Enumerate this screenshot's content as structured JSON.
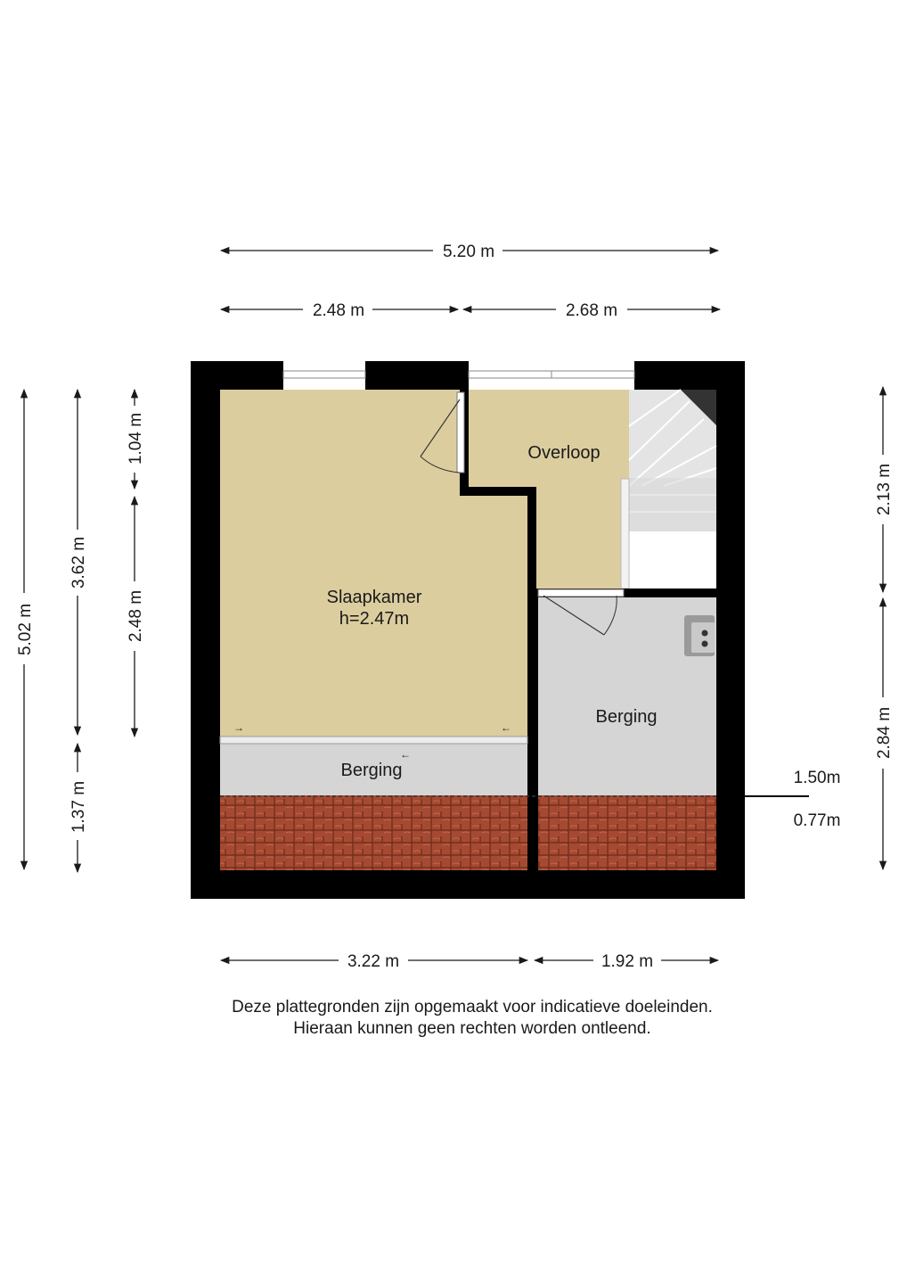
{
  "dimensions": {
    "top_total": "5.20 m",
    "top_left": "2.48 m",
    "top_right": "2.68 m",
    "bottom_left": "3.22 m",
    "bottom_right": "1.92 m",
    "left_total": "5.02 m",
    "left_upper": "3.62 m",
    "left_lower": "1.37 m",
    "left_inner_top": "1.04 m",
    "left_inner_mid": "2.48 m",
    "right_upper": "2.13 m",
    "right_lower": "2.84 m"
  },
  "height_markers": {
    "upper": "1.50m",
    "lower": "0.77m"
  },
  "rooms": {
    "slaapkamer": {
      "name": "Slaapkamer",
      "height": "h=2.47m"
    },
    "overloop": {
      "name": "Overloop"
    },
    "berging_right": {
      "name": "Berging"
    },
    "berging_bottom": {
      "name": "Berging"
    }
  },
  "disclaimer": {
    "line1": "Deze plattegronden zijn opgemaakt voor indicatieve doeleinden.",
    "line2": "Hieraan kunnen geen rechten worden ontleend."
  },
  "colors": {
    "wall": "#000000",
    "room_beige": "#dccd9f",
    "room_grey": "#d5d5d5",
    "roof_tile": "#a54a32"
  }
}
